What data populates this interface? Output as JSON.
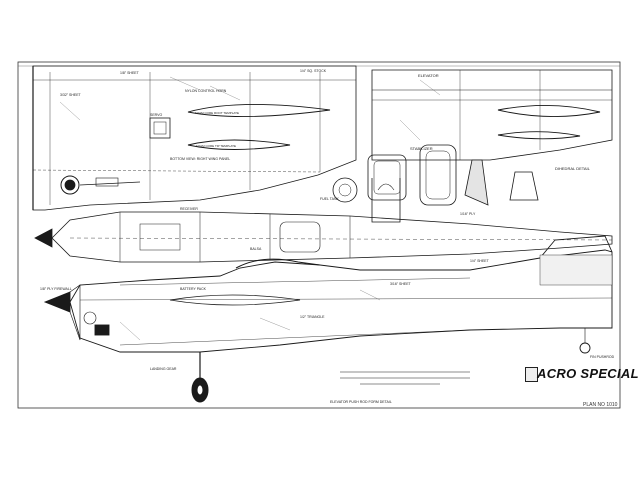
{
  "drawing": {
    "title": "ACRO SPECIAL",
    "plan_number": "PLAN NO 1010",
    "sections": {
      "elevator": "ELEVATOR",
      "stabilizer": "STABILIZER",
      "dihedral": "DIHEDRAL DETAIL",
      "bottom_view": "BOTTOM VIEW: RIGHT WING PANEL",
      "foam_root": "FOAM CORE ROOT TEMPLATE",
      "foam_tip": "FOAM CORE TIP TEMPLATE",
      "pushrod": "ELEVATOR PUSH ROD FORM DETAIL",
      "fin_pushrod": "FIN PUSHROD"
    },
    "callouts": [
      "1/8\" SHEET",
      "1/4\" SQ. STOCK",
      "3/32\" SHEET",
      "1/16\" PLY",
      "BALSA",
      "1/8\" PLY FIREWALL",
      "NYLON CONTROL HORN",
      "3/16\" SHEET",
      "1/4\" SHEET",
      "1/2\" TRIANGLE",
      "LANDING GEAR",
      "BATTERY PACK",
      "RECEIVER",
      "FUEL TANK",
      "SERVO"
    ]
  },
  "colors": {
    "ink": "#1a1a1a",
    "paper": "#ffffff",
    "gray_fill": "#d9d9d9"
  }
}
